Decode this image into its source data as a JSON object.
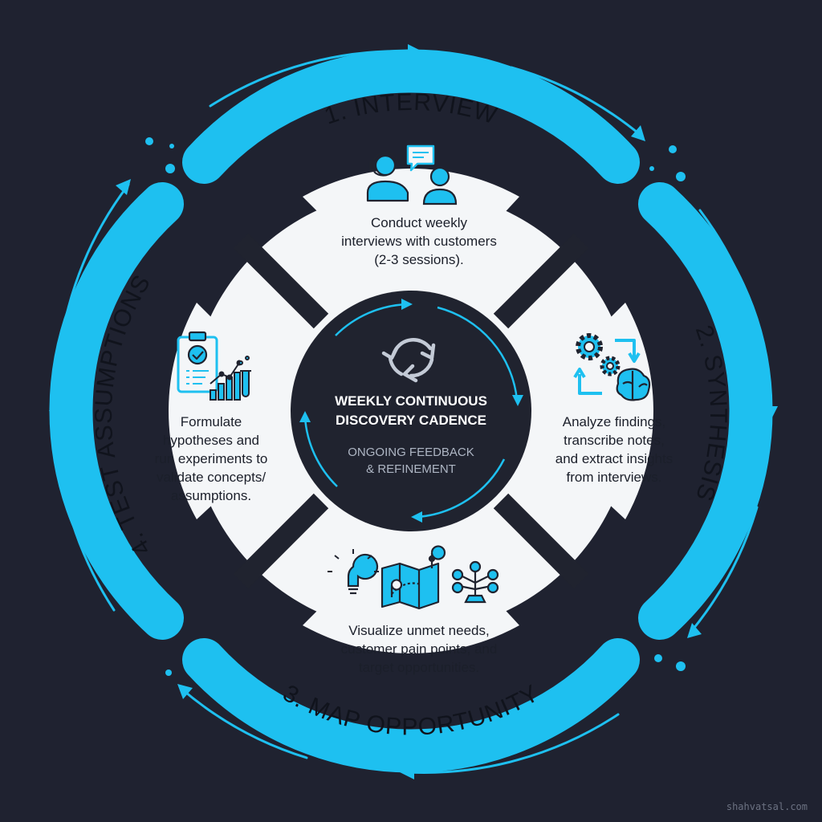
{
  "colors": {
    "background": "#1f2230",
    "accent": "#1ec0f0",
    "panel": "#f4f6f8",
    "center": "#20232f",
    "text_dark": "#1b1f2a"
  },
  "steps": [
    {
      "title": "1. INTERVIEW",
      "description": "Conduct weekly\ninterviews with customers\n(2-3 sessions).",
      "icons": [
        "headset-person-icon",
        "chat-bubble-icon",
        "person-icon"
      ]
    },
    {
      "title": "2. SYNTHESIS",
      "description": "Analyze findings,\ntranscribe notes,\nand extract insights\nfrom interviews.",
      "icons": [
        "gears-icon",
        "cycle-arrows-icon",
        "brain-icon"
      ]
    },
    {
      "title": "3. MAP OPPORTUNITY",
      "description": "Visualize unmet needs,\ncustomer pain points, and\ntarget opportunities.",
      "icons": [
        "lightbulb-icon",
        "map-icon",
        "tree-icon"
      ]
    },
    {
      "title": "4. TEST ASSUMPTIONS",
      "description": "Formulate\nhypotheses and\nrun experiments to\nvalidate concepts/\nassumptions.",
      "icons": [
        "clipboard-check-icon",
        "growth-chart-icon",
        "test-tube-icon"
      ]
    }
  ],
  "center": {
    "icon": "refresh-cycle-icon",
    "title": "WEEKLY CONTINUOUS\nDISCOVERY CADENCE",
    "subtitle": "ONGOING FEEDBACK\n& REFINEMENT"
  },
  "watermark": "shahvatsal.com"
}
